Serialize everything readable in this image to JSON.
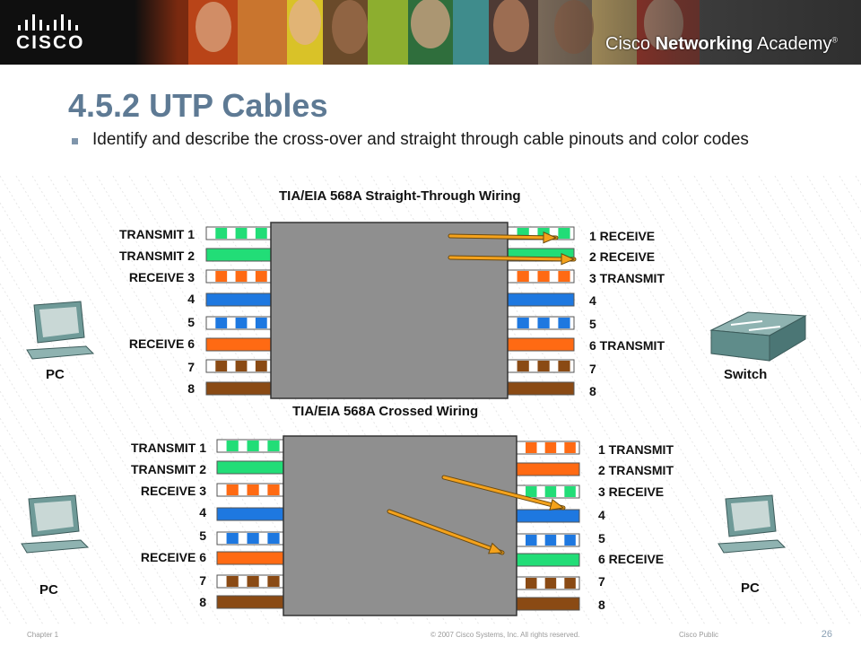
{
  "header": {
    "logo_text": "CISCO",
    "academy_light": "Cisco ",
    "academy_bold": "Networking",
    "academy_rest": " Academy",
    "academy_mark": "®"
  },
  "slide": {
    "title": "4.5.2 UTP Cables",
    "bullet": "Identify and describe the cross-over and straight through cable pinouts and color codes"
  },
  "straight": {
    "title": "TIA/EIA 568A Straight-Through Wiring",
    "left_labels": [
      "TRANSMIT 1",
      "TRANSMIT 2",
      "RECEIVE 3",
      "4",
      "5",
      "RECEIVE 6",
      "7",
      "8"
    ],
    "right_labels": [
      "1 RECEIVE",
      "2 RECEIVE",
      "3 TRANSMIT",
      "4",
      "5",
      "6 TRANSMIT",
      "7",
      "8"
    ],
    "left_device": "PC",
    "right_device": "Switch"
  },
  "crossed": {
    "title": "TIA/EIA 568A Crossed Wiring",
    "left_labels": [
      "TRANSMIT 1",
      "TRANSMIT 2",
      "RECEIVE 3",
      "4",
      "5",
      "RECEIVE 6",
      "7",
      "8"
    ],
    "right_labels": [
      "1 TRANSMIT",
      "2 TRANSMIT",
      "3 RECEIVE",
      "4",
      "5",
      "6 RECEIVE",
      "7",
      "8"
    ],
    "left_device": "PC",
    "right_device": "PC"
  },
  "wire_colors": {
    "green": "#22dd77",
    "orange": "#ff6a13",
    "blue": "#1e78e0",
    "brown": "#8a4a14",
    "white": "#ffffff",
    "box": "#8f8f8f",
    "arrow": "#f4a21c"
  },
  "straight_wires_left": [
    "white-green",
    "green",
    "white-orange",
    "blue",
    "white-blue",
    "orange",
    "white-brown",
    "brown"
  ],
  "straight_wires_right": [
    "white-green",
    "green",
    "white-orange",
    "blue",
    "white-blue",
    "orange",
    "white-brown",
    "brown"
  ],
  "crossed_wires_left": [
    "white-green",
    "green",
    "white-orange",
    "blue",
    "white-blue",
    "orange",
    "white-brown",
    "brown"
  ],
  "crossed_wires_right": [
    "white-orange",
    "orange",
    "white-green",
    "blue",
    "white-blue",
    "green",
    "white-brown",
    "brown"
  ],
  "footer": {
    "chapter": "Chapter 1",
    "copyright": "© 2007 Cisco Systems, Inc. All rights reserved.",
    "classification": "Cisco Public",
    "page": "26"
  }
}
